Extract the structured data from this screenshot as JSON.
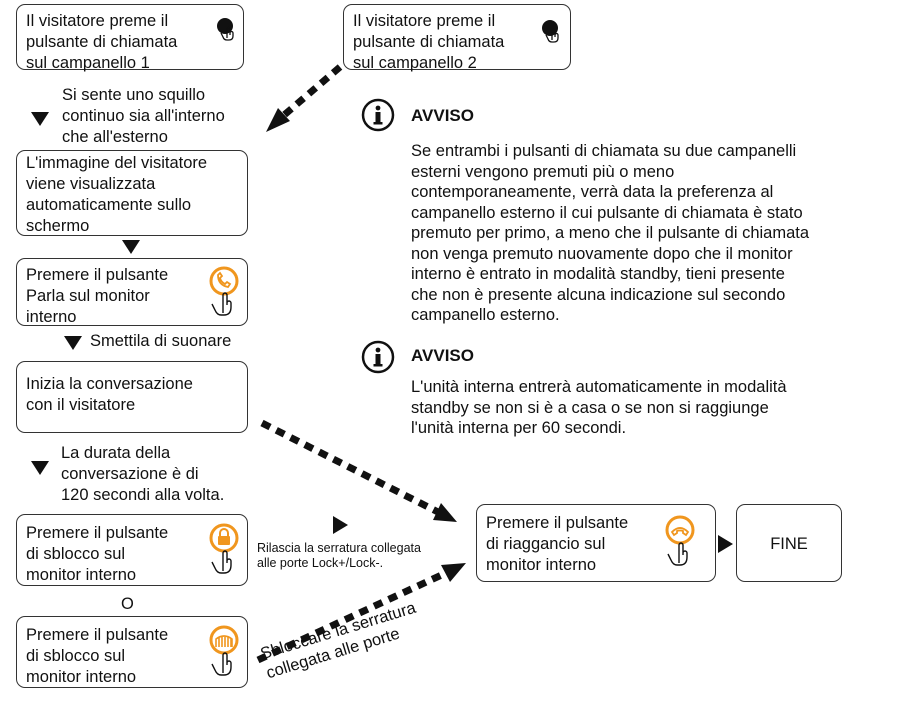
{
  "steps": {
    "press_bell1": "Il visitatore preme il\npulsante di chiamata\nsul campanello 1",
    "press_bell2": "Il visitatore preme il\npulsante di chiamata\nsul campanello 2",
    "ring_note": "Si sente uno squillo\ncontinuo sia all'interno\nche all'esterno",
    "image_shown": "L'immagine del visitatore\nviene visualizzata\nautomaticamente sullo\nschermo",
    "press_talk": "Premere il pulsante\nParla sul monitor\ninterno",
    "stop_ringing": "Smettila di suonare",
    "start_conversation": "Inizia la conversazione\ncon il visitatore",
    "duration_note": "La durata della\nconversazione è di\n120 secondi alla volta.",
    "press_unlock1": "Premere il pulsante\ndi sblocco sul\nmonitor interno",
    "or_label": "O",
    "press_unlock2": "Premere il pulsante\ndi sblocco sul\nmonitor interno",
    "release_lock": "Rilascia la serratura collegata\nalle porte Lock+/Lock-.",
    "unlock_door": "Sbloccare la serratura\ncollegata alle porte",
    "press_hangup": "Premere il pulsante\ndi riaggancio sul\nmonitor interno",
    "end": "FINE"
  },
  "notices": [
    {
      "title": "AVVISO",
      "body": "Se entrambi i pulsanti di chiamata su due campanelli\nesterni vengono premuti più o meno\ncontemporaneamente, verrà data la preferenza al\ncampanello esterno il cui pulsante di chiamata è stato\npremuto per primo, a meno che il pulsante di chiamata\nnon venga premuto nuovamente dopo che il monitor\ninterno è entrato in modalità standby, tieni presente\nche non è presente alcuna indicazione sul secondo\ncampanello esterno."
    },
    {
      "title": "AVVISO",
      "body": "L'unità interna entrerà automaticamente in modalità\nstandby se non si è a casa o se non si raggiunge\nl'unità interna per 60 secondi."
    }
  ],
  "icons": {
    "call_button": "call-button-icon",
    "talk_button": "phone-talk-icon",
    "unlock_button": "padlock-icon",
    "gate_button": "gate-icon",
    "hangup_button": "phone-hangup-icon",
    "info": "info-icon"
  },
  "colors": {
    "accent": "#f0961e",
    "line": "#111111"
  }
}
